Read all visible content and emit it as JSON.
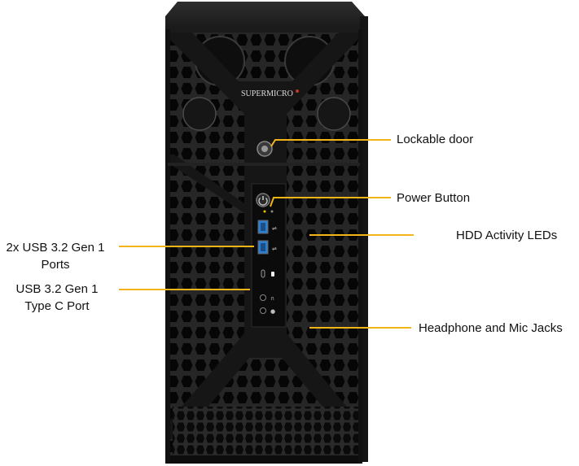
{
  "brand": {
    "logo_text": "SUPERMICRO"
  },
  "colors": {
    "callout_line": "#f2b416",
    "chassis": "#1c1c1c",
    "mesh_hole": "#050505",
    "usb_port": "#2e7fd0"
  },
  "callouts": {
    "lockable_door": "Lockable door",
    "power_button": "Power Button",
    "hdd_leds": "HDD Activity LEDs",
    "usb_a_line1": "2x USB 3.2 Gen 1",
    "usb_a_line2": "Ports",
    "usb_c_line1": "USB 3.2 Gen 1",
    "usb_c_line2": "Type C Port",
    "audio_jacks": "Headphone and Mic Jacks"
  },
  "icons": [
    "lock-icon",
    "power-icon",
    "usb-icon",
    "usb-c-icon",
    "headphone-icon",
    "microphone-icon",
    "brand-logo-icon"
  ]
}
